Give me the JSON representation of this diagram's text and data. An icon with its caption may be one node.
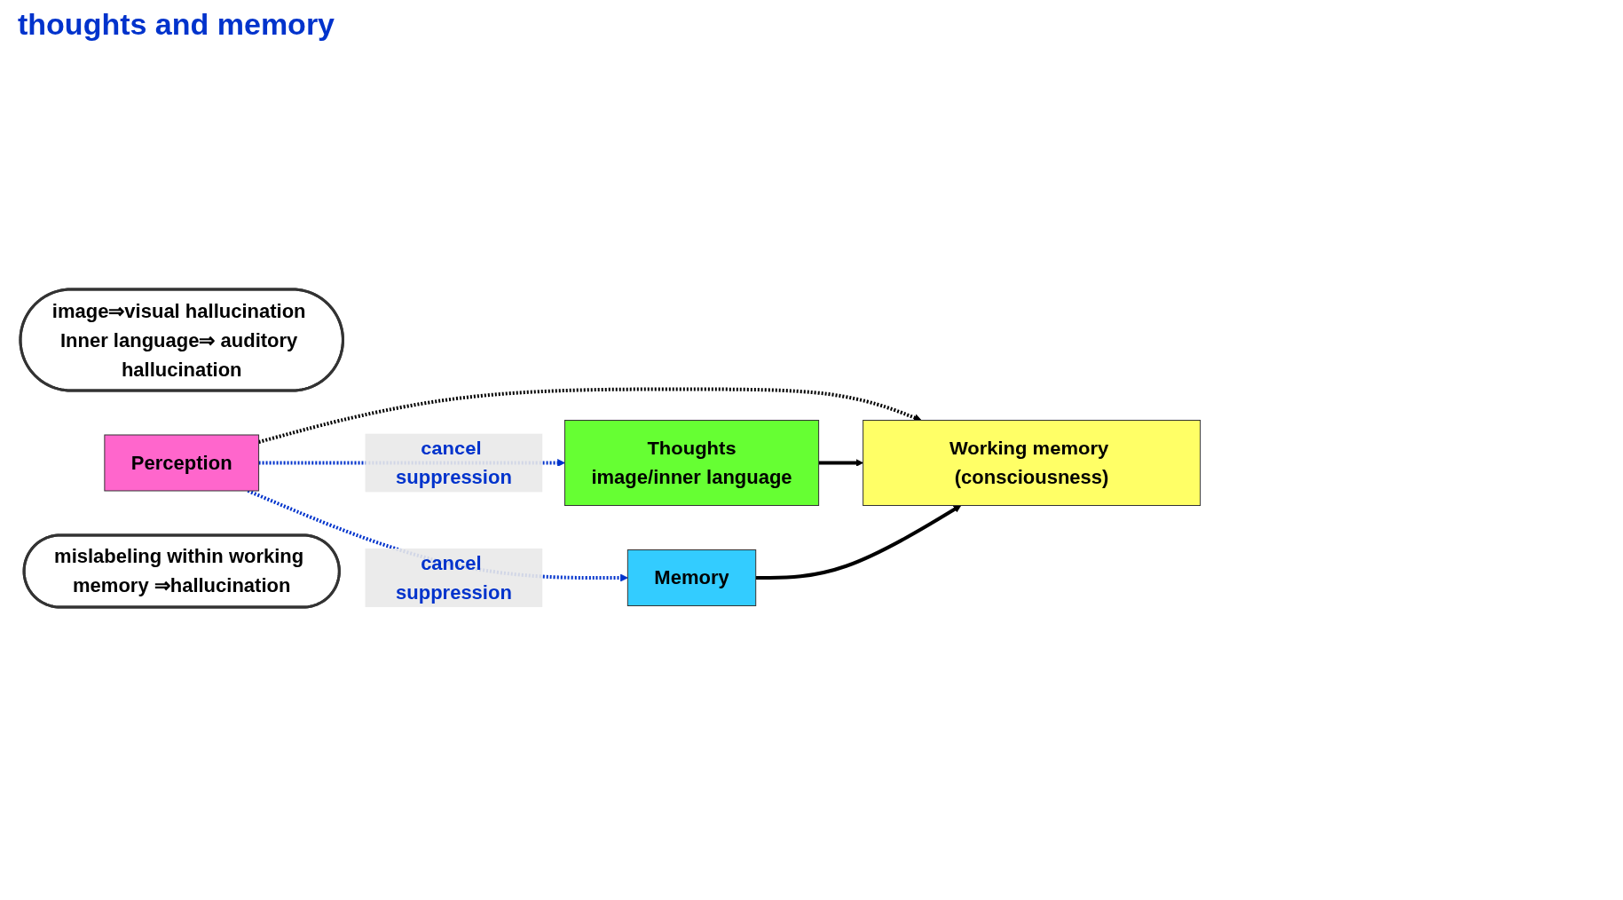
{
  "diagram": {
    "nodes": [
      {
        "text": [
          "Thoughts",
          "image/inner language"
        ]
      },
      {
        "text": [
          "image⇒visual hallucination Inner language⇒ auditory hallucination"
        ]
      },
      {
        "text": [
          "Perception"
        ]
      },
      {
        "text": [
          "Working memory (consciousness)"
        ]
      },
      {
        "text": [
          "Memory"
        ]
      },
      {
        "text": [
          "mislabeling within working memory ⇒hallucination"
        ]
      }
    ],
    "edges": [
      {
        "from": 2,
        "to": 0,
        "arrow": "to",
        "label": "cancel suppression",
        "style": "dashed",
        "color": "#0033cc"
      },
      {
        "from": 2,
        "to": 3,
        "arrow": "to",
        "style": "dashed"
      },
      {
        "from": 2,
        "to": 4,
        "arrow": "to",
        "label": "cancel suppression",
        "style": "dashed",
        "color": "#0033cc"
      },
      {
        "from": 0,
        "to": 3,
        "arrow": "to"
      },
      {
        "from": 4,
        "to": 3,
        "arrow": "to"
      }
    ],
    "labels": [
      "thoughts and memory"
    ]
  }
}
